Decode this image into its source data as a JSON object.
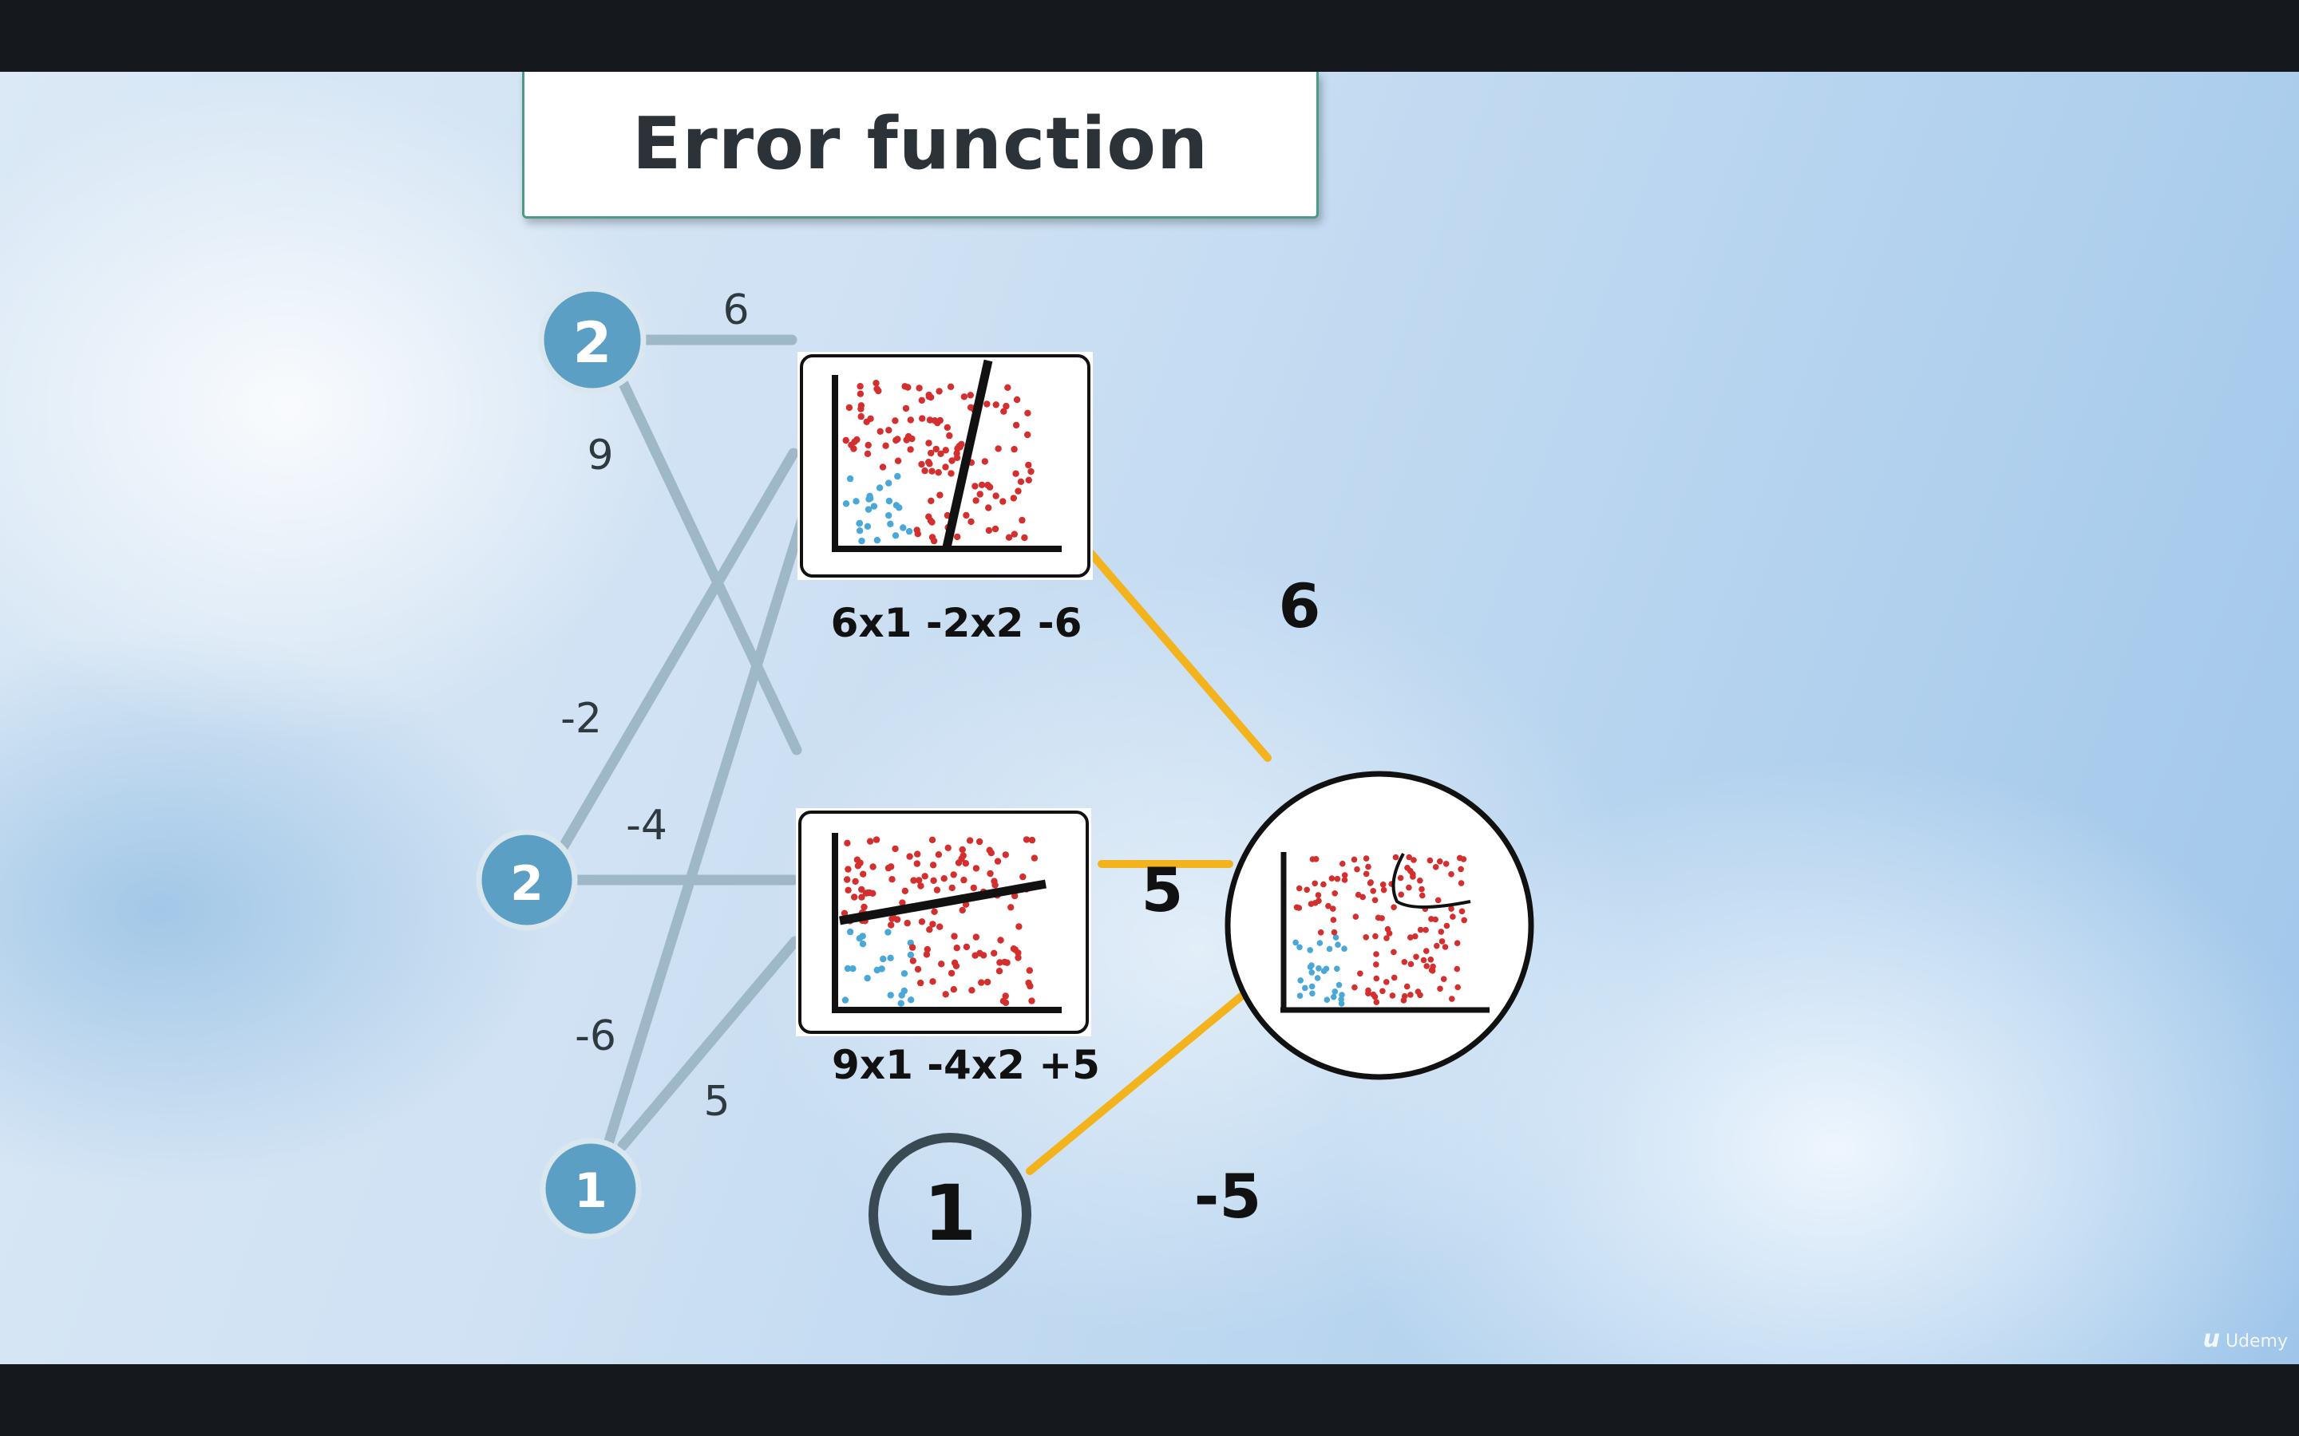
{
  "title": "Error function",
  "inputs": [
    {
      "label": "2"
    },
    {
      "label": "2"
    },
    {
      "label": "1"
    }
  ],
  "bias_output": {
    "label": "1"
  },
  "input_weights": [
    "6",
    "9",
    "-2",
    "-4",
    "-6",
    "5"
  ],
  "hidden_equations": [
    "6x1 -2x2 -6",
    "9x1 -4x2 +5"
  ],
  "output_weights": [
    "6",
    "5",
    "-5"
  ],
  "watermark": "Udemy",
  "colors": {
    "input_node": "#5b9fc4",
    "input_edge": "#9fb8c8",
    "output_edge": "#f2b31c",
    "red_point": "#d32f2f",
    "blue_point": "#4aa8d8"
  }
}
